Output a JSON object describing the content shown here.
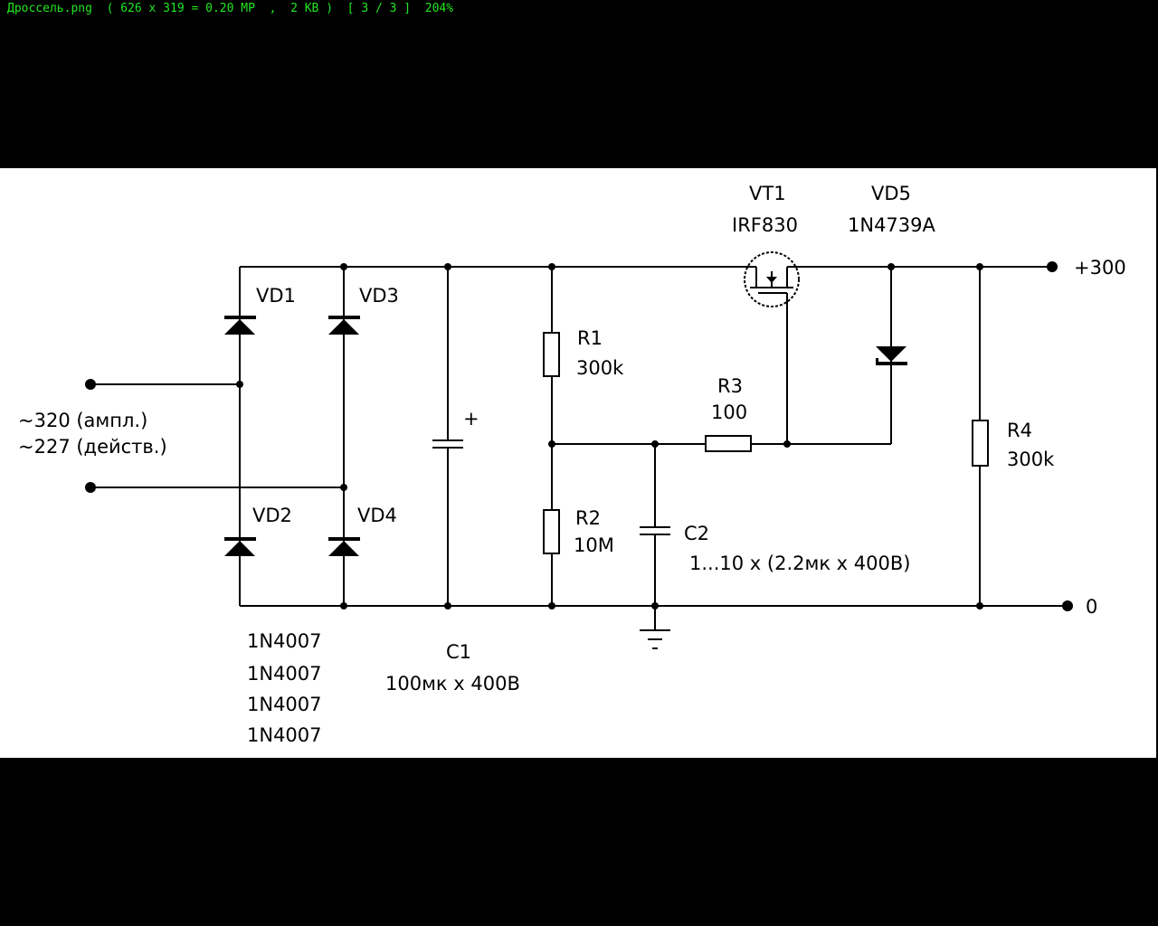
{
  "viewer": {
    "status_text": "Дроссель.png  ( 626 x 319 = 0.20 MP  ,  2 KB )  [ 3 / 3 ]  204%",
    "filename": "Дроссель.png",
    "image_size": "626 x 319",
    "megapixels": "0.20 MP",
    "file_size": "2 KB",
    "index": "3 / 3",
    "zoom": "204%",
    "status_color": "#22e622"
  },
  "schematic": {
    "input": {
      "line1": "~320 (ампл.)",
      "line2": "~227 (действ.)"
    },
    "diodes": [
      {
        "ref": "VD1"
      },
      {
        "ref": "VD3"
      },
      {
        "ref": "VD2"
      },
      {
        "ref": "VD4"
      }
    ],
    "diode_parts": [
      "1N4007",
      "1N4007",
      "1N4007",
      "1N4007"
    ],
    "c1": {
      "ref": "C1",
      "value": "100мк x 400В",
      "polarity": "+"
    },
    "r1": {
      "ref": "R1",
      "value": "300k"
    },
    "r2": {
      "ref": "R2",
      "value": "10M"
    },
    "r3": {
      "ref": "R3",
      "value": "100"
    },
    "r4": {
      "ref": "R4",
      "value": "300k"
    },
    "c2": {
      "ref": "C2",
      "value": "1...10 x (2.2мк x 400В)"
    },
    "vt1": {
      "ref": "VT1",
      "part": "IRF830"
    },
    "vd5": {
      "ref": "VD5",
      "part": "1N4739A"
    },
    "out_pos": "+300",
    "out_zero": "0"
  }
}
